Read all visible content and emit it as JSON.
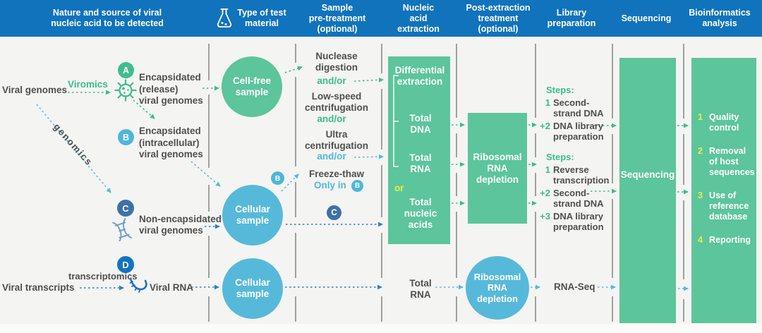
{
  "colors": {
    "header_bg": "#1173bb",
    "canvas_bg": "#f4f4f2",
    "box_green": "#5cc59b",
    "circle_teal": "#57b9d9",
    "badge_a_green": "#3fbd8f",
    "badge_b_cyan": "#4db7dc",
    "badge_c_slate_blue": "#3d72a8",
    "badge_d_blue": "#1273c0",
    "green_text": "#3bbc8e",
    "cyan_text": "#4fb9dd",
    "yellow_text": "#e9ed43",
    "dark_text": "#4f4f4f",
    "blue_arrow": "#2b80c4",
    "divider_gray": "#8b8b8b"
  },
  "header": {
    "columns": [
      {
        "label": "Nature and source of viral\nnucleic acid to be detected"
      },
      {
        "label": "Type of test\nmaterial",
        "icon": "flask-icon"
      },
      {
        "label": "Sample\npre-treatment\n(optional)"
      },
      {
        "label": "Nucleic\nacid\nextraction"
      },
      {
        "label": "Post-extraction\ntreatment\n(optional)"
      },
      {
        "label": "Library\npreparation"
      },
      {
        "label": "Sequencing"
      },
      {
        "label": "Bioinformatics\nanalysis"
      }
    ]
  },
  "badges": {
    "a": "A",
    "b": "B",
    "c": "C",
    "d": "D"
  },
  "source_column": {
    "viral_genomes": "Viral genomes",
    "viromics": "Viromics",
    "genomics": "genomics",
    "encapsidated_release": "Encapsidated\n(release)\nviral genomes",
    "encapsidated_intracellular": "Encapsidated\n(intracellular)\nviral genomes",
    "non_encapsidated": "Non-encapsidated\nviral genomes",
    "transcriptomics": "transcriptomics",
    "viral_transcripts": "Viral transcripts",
    "viral_rna": "Viral RNA"
  },
  "test_material": {
    "cell_free_sample": "Cell-free\nsample",
    "cellular_sample_1": "Cellular\nsample",
    "cellular_sample_2": "Cellular\nsample"
  },
  "pretreatment": {
    "nuclease_digestion": "Nuclease\ndigestion",
    "and_or_1": "and/or",
    "low_speed_centrifugation": "Low-speed\ncentrifugation",
    "and_or_2": "and/or",
    "ultra_centrifugation": "Ultra\ncentrifugation",
    "and_or_3": "and/or",
    "freeze_thaw": "Freeze-thaw",
    "only_in": "Only in"
  },
  "extraction": {
    "differential_extraction": "Differential\nextraction",
    "total_dna": "Total\nDNA",
    "total_rna": "Total\nRNA",
    "or_label": "or",
    "total_nucleic_acids": "Total\nnucleic\nacids",
    "total_rna_bottom": "Total\nRNA"
  },
  "post_extraction": {
    "ribosomal_rna_depletion_box": "Ribosomal\nRNA\ndepletion",
    "ribosomal_rna_depletion_circle": "Ribosomal\nRNA\ndepletion"
  },
  "library_preparation": {
    "group1": {
      "title": "Steps:",
      "steps": [
        {
          "num": "1",
          "text": "Second-\nstrand DNA"
        },
        {
          "num": "+2",
          "text": "DNA library\npreparation"
        }
      ]
    },
    "group2": {
      "title": "Steps:",
      "steps": [
        {
          "num": "1",
          "text": "Reverse\ntranscription"
        },
        {
          "num": "+2",
          "text": "Second-\nstrand DNA"
        },
        {
          "num": "+3",
          "text": "DNA library\npreparation"
        }
      ]
    },
    "rna_seq": "RNA-Seq"
  },
  "sequencing": {
    "label": "Sequencing"
  },
  "bioinformatics": {
    "steps": [
      {
        "num": "1",
        "text": "Quality\ncontrol"
      },
      {
        "num": "2",
        "text": "Removal\nof host\nsequences"
      },
      {
        "num": "3",
        "text": "Use of\nreference\ndatabase"
      },
      {
        "num": "4",
        "text": "Reporting"
      }
    ]
  }
}
